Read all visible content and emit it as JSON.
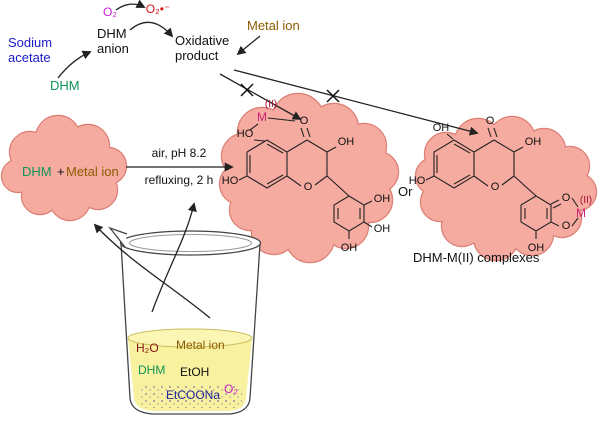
{
  "figure": {
    "sodium_acetate_l1": "Sodium",
    "sodium_acetate_l2": "acetate",
    "dhm_anion_l1": "DHM",
    "dhm_anion_l2": "anion",
    "singlet_o2": "O₂",
    "superoxide": "O₂•⁻",
    "oxidative_l1": "Oxidative",
    "oxidative_l2": "product",
    "metal_ion": "Metal ion",
    "dhm": "DHM"
  },
  "cloud_reactants": {
    "dhm": "DHM",
    "plus": "+",
    "metal": "Metal ion"
  },
  "conditions": {
    "l1": "air, pH 8.2",
    "l2": "refluxing, 2 h"
  },
  "or_label": "Or",
  "product_label": "DHM-M(II) complexes",
  "structure_mid": {
    "m": "M",
    "oxidation": "(II)",
    "ho_top": "HO",
    "ketone_o": "O",
    "oh_c3": "OH",
    "ho_left": "HO",
    "ring_o": "O",
    "oh_b_top": "OH",
    "oh_b_mid": "OH",
    "oh_b_bottom": "OH"
  },
  "structure_right": {
    "oh_top": "OH",
    "ketone_o": "O",
    "oh_c3": "OH",
    "ho_left": "HO",
    "ring_o": "O",
    "o_b_top": "O",
    "o_b_mid": "O",
    "oh_b_bottom": "OH",
    "m": "M",
    "oxidation": "(II)"
  },
  "beaker": {
    "h2o": "H₂O",
    "metal_ion": "Metal ion",
    "dhm": "DHM",
    "etoh": "EtOH",
    "etcoona": "EtCOONa",
    "o2": "O₂"
  },
  "colors": {
    "blue": "#1a1acc",
    "magenta": "#cc22cc",
    "red": "#e01414",
    "brown": "#8d5c00",
    "green": "#0f9455",
    "maroon": "#8b1414",
    "navy": "#20289b",
    "metal_complex": "#cc2277",
    "cloud_fill": "#f6aba1",
    "cloud_outline": "#dc7f74",
    "liquid_yellow": "#f7f1a0"
  }
}
